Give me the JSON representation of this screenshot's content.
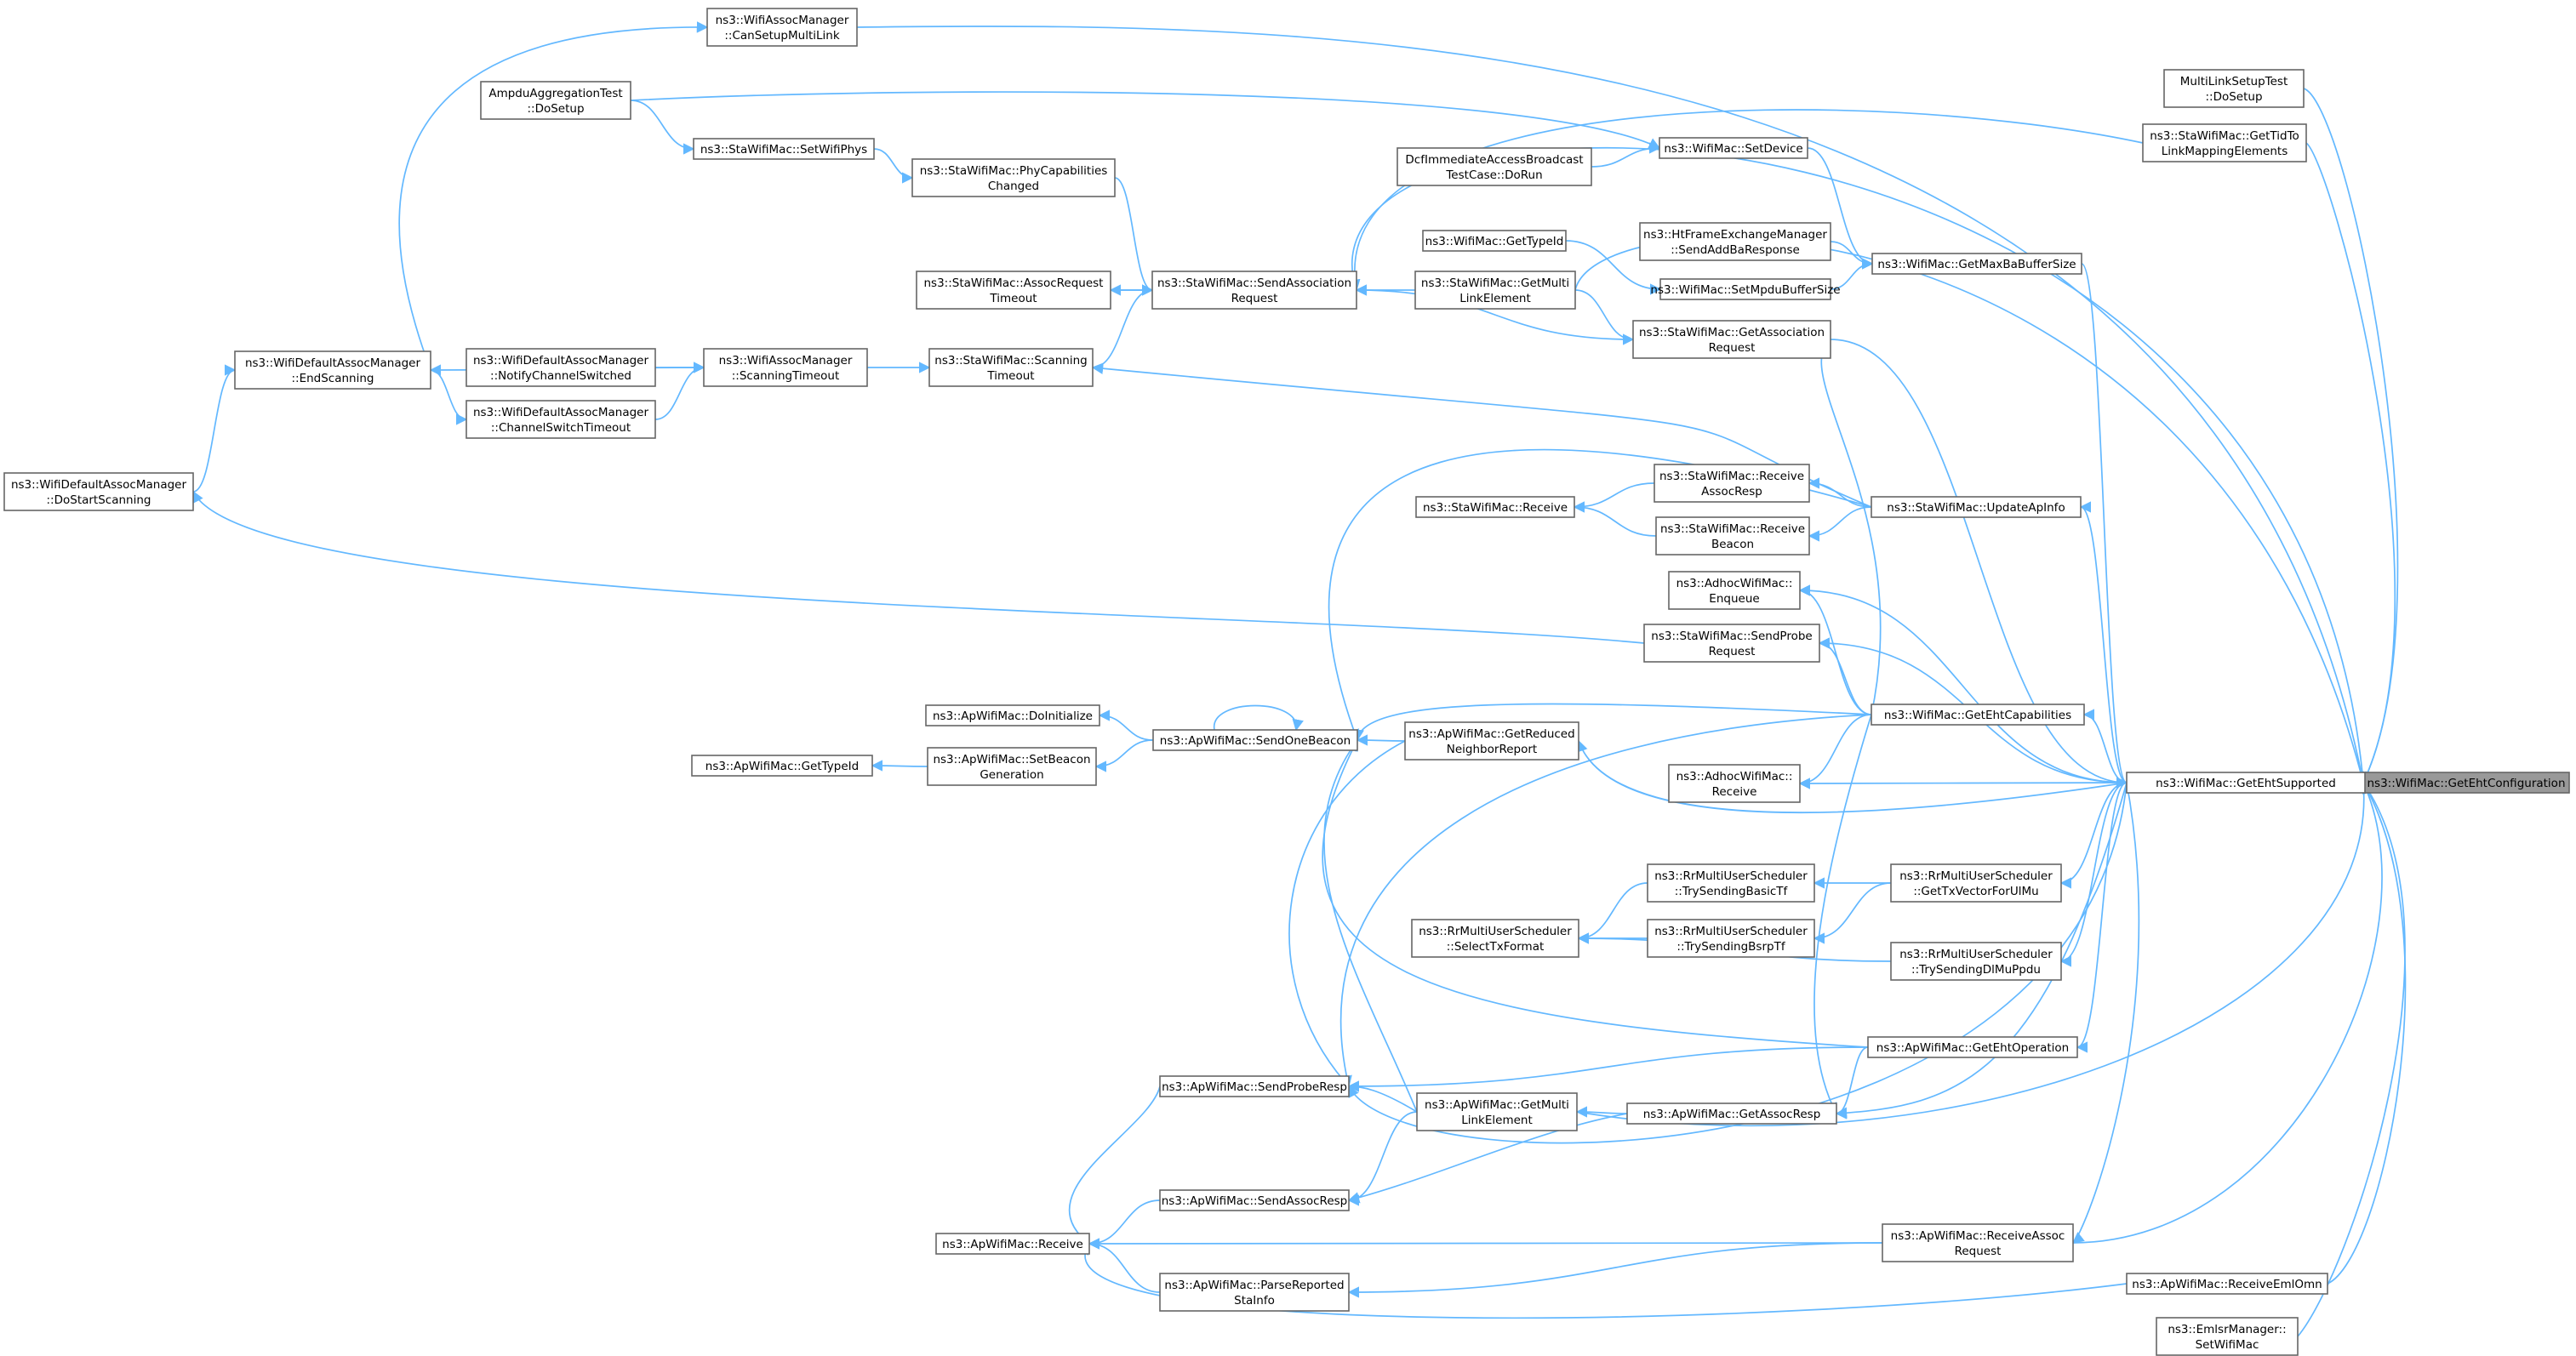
{
  "colors": {
    "edge": "#63b8ff",
    "node_border": "#666666",
    "node_fill": "#ffffff",
    "root_fill": "#999999",
    "text": "#000000"
  },
  "nodes": {
    "geht_config": [
      "ns3::WifiMac::GetEhtConfiguration"
    ],
    "geht_supported": [
      "ns3::WifiMac::GetEhtSupported"
    ],
    "assoc_can_setup": [
      "ns3::WifiAssocManager",
      "::CanSetupMultiLink"
    ],
    "mlsetup_dosetup": [
      "MultiLinkSetupTest",
      "::DoSetup"
    ],
    "sta_get_tid": [
      "ns3::StaWifiMac::GetTidTo",
      "LinkMappingElements"
    ],
    "ampdu_dosetup": [
      "AmpduAggregationTest",
      "::DoSetup"
    ],
    "sta_set_phys": [
      "ns3::StaWifiMac::SetWifiPhys"
    ],
    "sta_phy_changed": [
      "ns3::StaWifiMac::PhyCapabilities",
      "Changed"
    ],
    "dcf_dorun": [
      "DcfImmediateAccessBroadcast",
      "TestCase::DoRun"
    ],
    "mac_set_device": [
      "ns3::WifiMac::SetDevice"
    ],
    "mac_get_typeid": [
      "ns3::WifiMac::GetTypeId"
    ],
    "ht_send_addba": [
      "ns3::HtFrameExchangeManager",
      "::SendAddBaResponse"
    ],
    "mac_get_maxba": [
      "ns3::WifiMac::GetMaxBaBufferSize"
    ],
    "mac_set_mpdu": [
      "ns3::WifiMac::SetMpduBufferSize"
    ],
    "sta_assoc_timeout": [
      "ns3::StaWifiMac::AssocRequest",
      "Timeout"
    ],
    "sta_send_assoc": [
      "ns3::StaWifiMac::SendAssociation",
      "Request"
    ],
    "sta_get_multilink": [
      "ns3::StaWifiMac::GetMulti",
      "LinkElement"
    ],
    "sta_get_assoc": [
      "ns3::StaWifiMac::GetAssociation",
      "Request"
    ],
    "wdam_endscan": [
      "ns3::WifiDefaultAssocManager",
      "::EndScanning"
    ],
    "wdam_notify": [
      "ns3::WifiDefaultAssocManager",
      "::NotifyChannelSwitched"
    ],
    "wam_scan_timeout": [
      "ns3::WifiAssocManager",
      "::ScanningTimeout"
    ],
    "sta_scan_timeout": [
      "ns3::StaWifiMac::Scanning",
      "Timeout"
    ],
    "wdam_chswitch": [
      "ns3::WifiDefaultAssocManager",
      "::ChannelSwitchTimeout"
    ],
    "wdam_dostart": [
      "ns3::WifiDefaultAssocManager",
      "::DoStartScanning"
    ],
    "sta_recv_assoc": [
      "ns3::StaWifiMac::Receive",
      "AssocResp"
    ],
    "sta_receive": [
      "ns3::StaWifiMac::Receive"
    ],
    "sta_update_ap": [
      "ns3::StaWifiMac::UpdateApInfo"
    ],
    "sta_recv_beacon": [
      "ns3::StaWifiMac::Receive",
      "Beacon"
    ],
    "adhoc_enqueue": [
      "ns3::AdhocWifiMac::",
      "Enqueue"
    ],
    "sta_send_probe": [
      "ns3::StaWifiMac::SendProbe",
      "Request"
    ],
    "ap_doinit": [
      "ns3::ApWifiMac::DoInitialize"
    ],
    "mac_get_eht_cap": [
      "ns3::WifiMac::GetEhtCapabilities"
    ],
    "ap_send_beacon": [
      "ns3::ApWifiMac::SendOneBeacon"
    ],
    "ap_get_rnr": [
      "ns3::ApWifiMac::GetReduced",
      "NeighborReport"
    ],
    "ap_get_typeid": [
      "ns3::ApWifiMac::GetTypeId"
    ],
    "ap_set_beacon": [
      "ns3::ApWifiMac::SetBeacon",
      "Generation"
    ],
    "adhoc_receive": [
      "ns3::AdhocWifiMac::",
      "Receive"
    ],
    "rr_basic_tf": [
      "ns3::RrMultiUserScheduler",
      "::TrySendingBasicTf"
    ],
    "rr_txvector": [
      "ns3::RrMultiUserScheduler",
      "::GetTxVectorForUlMu"
    ],
    "rr_select": [
      "ns3::RrMultiUserScheduler",
      "::SelectTxFormat"
    ],
    "rr_bsrp": [
      "ns3::RrMultiUserScheduler",
      "::TrySendingBsrpTf"
    ],
    "rr_dlmu": [
      "ns3::RrMultiUserScheduler",
      "::TrySendingDlMuPpdu"
    ],
    "ap_get_eht_op": [
      "ns3::ApWifiMac::GetEhtOperation"
    ],
    "ap_send_probe_resp": [
      "ns3::ApWifiMac::SendProbeResp"
    ],
    "ap_get_multilink": [
      "ns3::ApWifiMac::GetMulti",
      "LinkElement"
    ],
    "ap_get_assoc_resp": [
      "ns3::ApWifiMac::GetAssocResp"
    ],
    "ap_send_assoc_resp": [
      "ns3::ApWifiMac::SendAssocResp"
    ],
    "ap_receive": [
      "ns3::ApWifiMac::Receive"
    ],
    "ap_recv_assoc_req": [
      "ns3::ApWifiMac::ReceiveAssoc",
      "Request"
    ],
    "ap_parse_sta": [
      "ns3::ApWifiMac::ParseReported",
      "StaInfo"
    ],
    "ap_recv_emlomn": [
      "ns3::ApWifiMac::ReceiveEmlOmn"
    ],
    "emlsr_set_mac": [
      "ns3::EmlsrManager::",
      "SetWifiMac"
    ]
  },
  "edges": [
    [
      "geht_supported",
      "geht_config"
    ],
    [
      "assoc_can_setup",
      "geht_config"
    ],
    [
      "mlsetup_dosetup",
      "geht_config"
    ],
    [
      "sta_get_tid",
      "geht_config"
    ],
    [
      "sta_send_assoc",
      "geht_config"
    ],
    [
      "sta_get_multilink",
      "geht_config"
    ],
    [
      "ap_get_multilink",
      "geht_config"
    ],
    [
      "ap_recv_assoc_req",
      "geht_config"
    ],
    [
      "ap_recv_emlomn",
      "geht_config"
    ],
    [
      "emlsr_set_mac",
      "geht_config"
    ],
    [
      "wdam_endscan",
      "assoc_can_setup"
    ],
    [
      "ampdu_dosetup",
      "mac_set_device"
    ],
    [
      "ampdu_dosetup",
      "sta_set_phys"
    ],
    [
      "sta_get_tid",
      "sta_send_assoc"
    ],
    [
      "sta_set_phys",
      "sta_phy_changed"
    ],
    [
      "sta_phy_changed",
      "sta_send_assoc"
    ],
    [
      "dcf_dorun",
      "mac_set_device"
    ],
    [
      "mac_set_device",
      "mac_get_maxba"
    ],
    [
      "mac_get_typeid",
      "mac_set_mpdu"
    ],
    [
      "ht_send_addba",
      "mac_get_maxba"
    ],
    [
      "mac_set_mpdu",
      "mac_get_maxba"
    ],
    [
      "mac_get_maxba",
      "geht_supported"
    ],
    [
      "sta_assoc_timeout",
      "sta_send_assoc"
    ],
    [
      "sta_send_assoc",
      "sta_assoc_timeout"
    ],
    [
      "sta_get_multilink",
      "sta_send_assoc"
    ],
    [
      "sta_get_multilink",
      "sta_get_assoc"
    ],
    [
      "sta_get_assoc",
      "sta_send_assoc"
    ],
    [
      "sta_get_assoc",
      "geht_supported"
    ],
    [
      "mac_get_eht_cap",
      "sta_get_assoc"
    ],
    [
      "sta_scan_timeout",
      "sta_send_assoc"
    ],
    [
      "wam_scan_timeout",
      "sta_scan_timeout"
    ],
    [
      "wam_scan_timeout",
      "wdam_endscan"
    ],
    [
      "wdam_notify",
      "wam_scan_timeout"
    ],
    [
      "wdam_chswitch",
      "wam_scan_timeout"
    ],
    [
      "wdam_endscan",
      "wdam_chswitch"
    ],
    [
      "wdam_dostart",
      "wdam_endscan"
    ],
    [
      "sta_update_ap",
      "sta_scan_timeout"
    ],
    [
      "sta_send_probe",
      "wdam_dostart"
    ],
    [
      "sta_update_ap",
      "sta_recv_assoc"
    ],
    [
      "sta_update_ap",
      "sta_recv_beacon"
    ],
    [
      "sta_recv_assoc",
      "sta_receive"
    ],
    [
      "sta_recv_beacon",
      "sta_receive"
    ],
    [
      "sta_update_ap",
      "ap_send_beacon"
    ],
    [
      "geht_supported",
      "sta_update_ap"
    ],
    [
      "geht_supported",
      "adhoc_enqueue"
    ],
    [
      "geht_supported",
      "sta_send_probe"
    ],
    [
      "mac_get_eht_cap",
      "adhoc_enqueue"
    ],
    [
      "mac_get_eht_cap",
      "sta_send_probe"
    ],
    [
      "mac_get_eht_cap",
      "ap_send_beacon"
    ],
    [
      "mac_get_eht_cap",
      "adhoc_receive"
    ],
    [
      "mac_get_eht_cap",
      "ap_send_probe_resp"
    ],
    [
      "mac_get_eht_cap",
      "ap_get_assoc_resp"
    ],
    [
      "geht_supported",
      "mac_get_eht_cap"
    ],
    [
      "ap_send_beacon",
      "ap_doinit"
    ],
    [
      "ap_send_beacon",
      "ap_send_beacon"
    ],
    [
      "ap_get_rnr",
      "ap_send_beacon"
    ],
    [
      "ap_get_rnr",
      "ap_send_probe_resp"
    ],
    [
      "geht_supported",
      "ap_get_rnr"
    ],
    [
      "ap_send_beacon",
      "ap_set_beacon"
    ],
    [
      "ap_set_beacon",
      "ap_get_typeid"
    ],
    [
      "geht_supported",
      "adhoc_receive"
    ],
    [
      "rr_txvector",
      "rr_basic_tf"
    ],
    [
      "rr_txvector",
      "rr_bsrp"
    ],
    [
      "rr_basic_tf",
      "rr_select"
    ],
    [
      "rr_bsrp",
      "rr_select"
    ],
    [
      "rr_dlmu",
      "rr_select"
    ],
    [
      "geht_supported",
      "rr_txvector"
    ],
    [
      "geht_supported",
      "rr_dlmu"
    ],
    [
      "ap_get_eht_op",
      "ap_send_beacon"
    ],
    [
      "ap_get_eht_op",
      "ap_send_probe_resp"
    ],
    [
      "ap_get_eht_op",
      "ap_get_assoc_resp"
    ],
    [
      "geht_supported",
      "ap_get_eht_op"
    ],
    [
      "ap_get_multilink",
      "ap_send_beacon"
    ],
    [
      "ap_get_multilink",
      "ap_send_probe_resp"
    ],
    [
      "ap_get_multilink",
      "ap_send_assoc_resp"
    ],
    [
      "ap_get_assoc_resp",
      "ap_get_multilink"
    ],
    [
      "ap_get_assoc_resp",
      "ap_send_assoc_resp"
    ],
    [
      "geht_supported",
      "ap_get_assoc_resp"
    ],
    [
      "geht_supported",
      "ap_send_probe_resp"
    ],
    [
      "ap_send_probe_resp",
      "ap_receive"
    ],
    [
      "ap_send_assoc_resp",
      "ap_receive"
    ],
    [
      "ap_recv_assoc_req",
      "ap_receive"
    ],
    [
      "ap_recv_assoc_req",
      "ap_parse_sta"
    ],
    [
      "ap_parse_sta",
      "ap_receive"
    ],
    [
      "ap_recv_emlomn",
      "ap_receive"
    ],
    [
      "geht_supported",
      "ap_recv_assoc_req"
    ]
  ]
}
